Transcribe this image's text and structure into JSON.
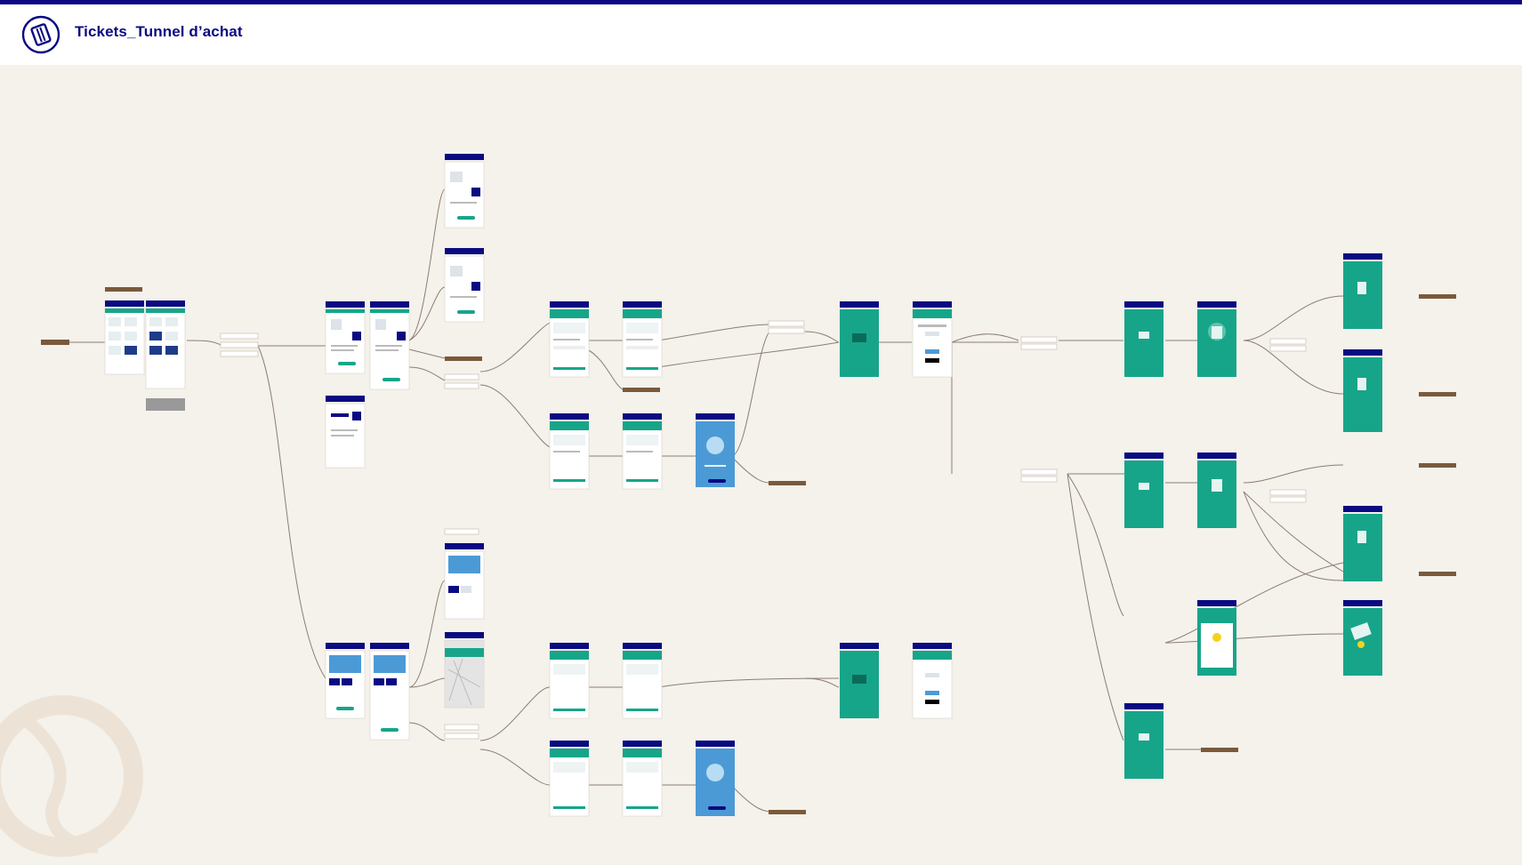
{
  "document": {
    "title": "Tickets_Tunnel d’achat"
  },
  "colors": {
    "top_bar": "#0a0a82",
    "header_bg": "#ffffff",
    "canvas_bg": "#f5f1eb",
    "screen_header": "#0a0a82",
    "screen_teal": "#17a58a",
    "screen_blue": "#4b9ad6",
    "connector": "#7d7268",
    "entry_tag": "#7a5a3c"
  },
  "icons": {
    "logo": "ticket-logo-icon",
    "watermark": "profile-watermark-icon"
  },
  "flow": {
    "row_count": 2,
    "screen_kinds": [
      "ticket-list",
      "product-detail",
      "summary",
      "payment-info",
      "loading",
      "confirmation",
      "scan"
    ]
  }
}
